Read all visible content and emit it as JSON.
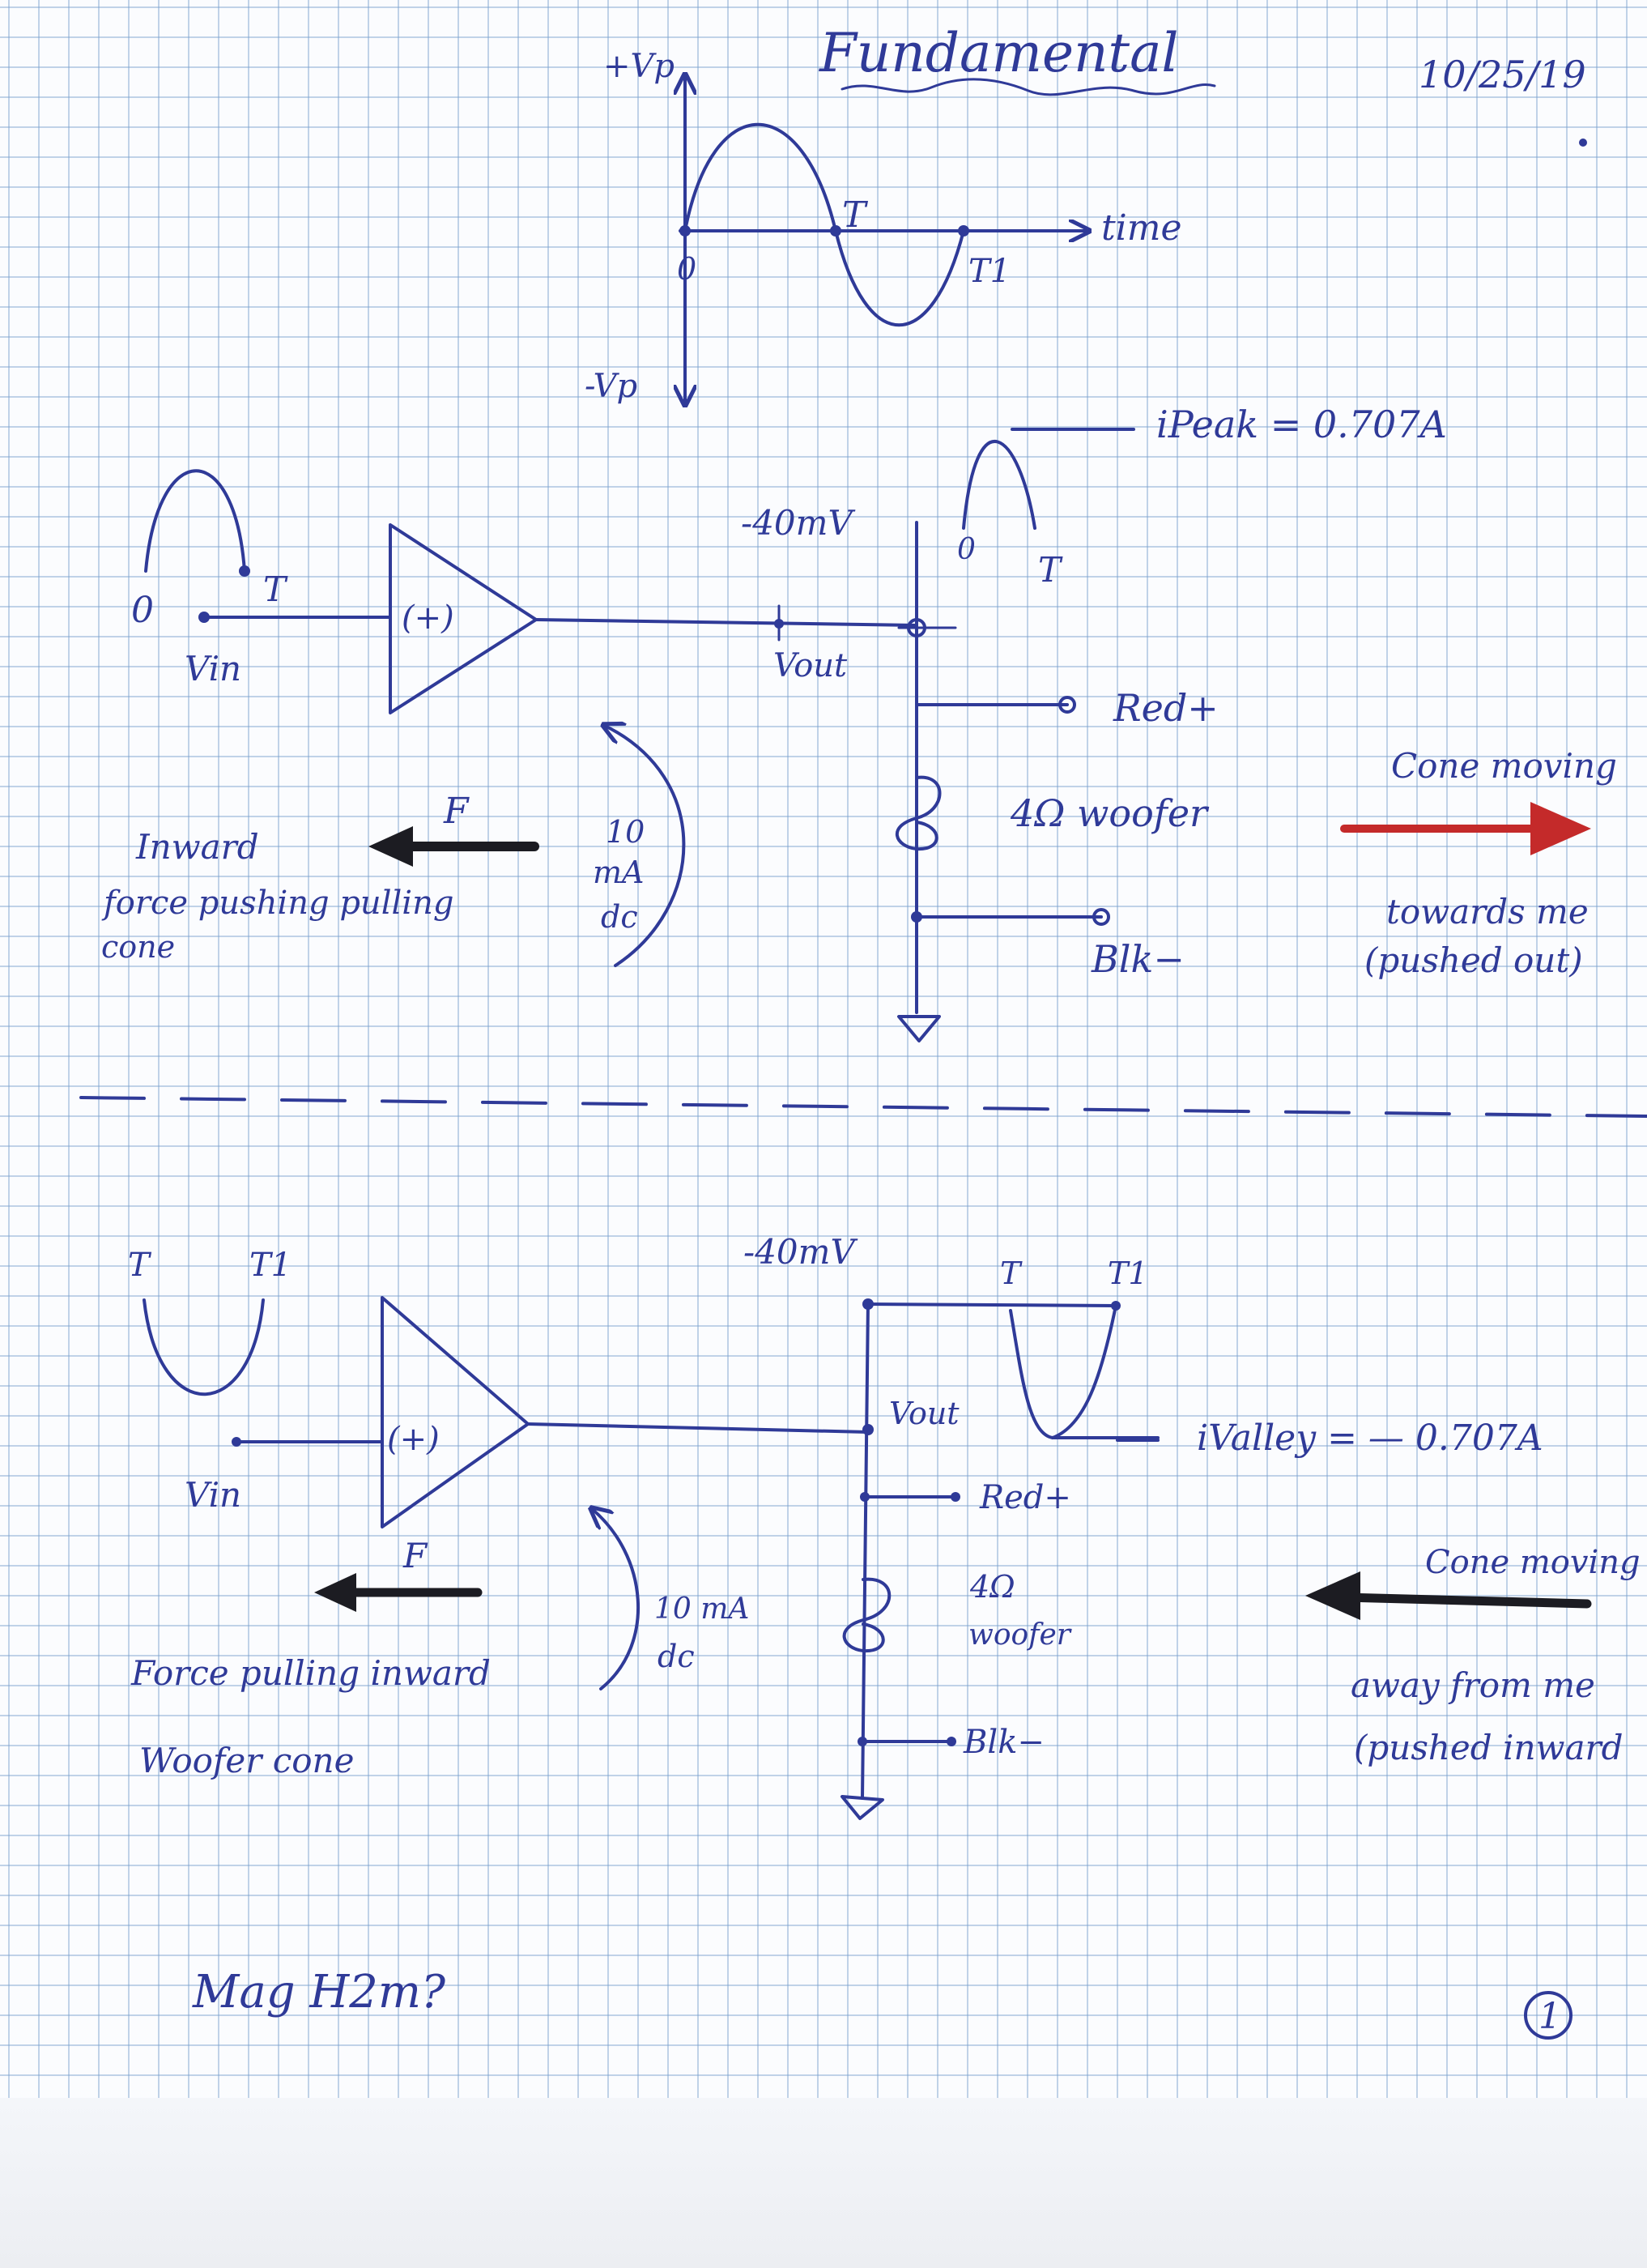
{
  "header": {
    "title": "Fundamental",
    "date": "10/25/19"
  },
  "waveform": {
    "plus_vp": "+Vp",
    "minus_vp": "-Vp",
    "origin": "0",
    "t": "T",
    "t1": "T1",
    "time": "time"
  },
  "circuit_top": {
    "vin": "Vin",
    "in_zero": "0",
    "in_t": "T",
    "amp_sign": "(+)",
    "vout": "Vout",
    "supply": "-40mV",
    "out_zero": "0",
    "out_t": "T",
    "i_peak": "iPeak = 0.707A",
    "red": "Red+",
    "woofer": "4Ω woofer",
    "blk": "Blk−",
    "force_label": "F",
    "force_note": [
      "Inward",
      "force pushing pulling",
      "cone"
    ],
    "dc_note": [
      "10",
      "mA",
      "dc"
    ],
    "cone_note": [
      "Cone moving",
      "towards me",
      "(pushed out)"
    ]
  },
  "circuit_bottom": {
    "in_t": "T",
    "in_t1": "T1",
    "vin": "Vin",
    "amp_sign": "(+)",
    "vout": "Vout",
    "supply": "-40mV",
    "out_t": "T",
    "out_t1": "T1",
    "i_valley": "iValley = — 0.707A",
    "red": "Red+",
    "woofer": [
      "4Ω",
      "woofer"
    ],
    "blk": "Blk−",
    "force_label": "F",
    "force_note": [
      "Force pulling inward",
      "Woofer cone"
    ],
    "dc_note": [
      "10 mA",
      "dc"
    ],
    "cone_note": [
      "Cone moving",
      "away from me",
      "(pushed inward"
    ]
  },
  "footer": {
    "note": "Mag H2m?",
    "page_number": "1"
  },
  "colors": {
    "ink": "#2f3a98",
    "force_arrow": "#1c1c22",
    "cone_arrow_top": "#c42a2a",
    "grid": "#78a0cd",
    "paper": "#fbfcfe"
  }
}
